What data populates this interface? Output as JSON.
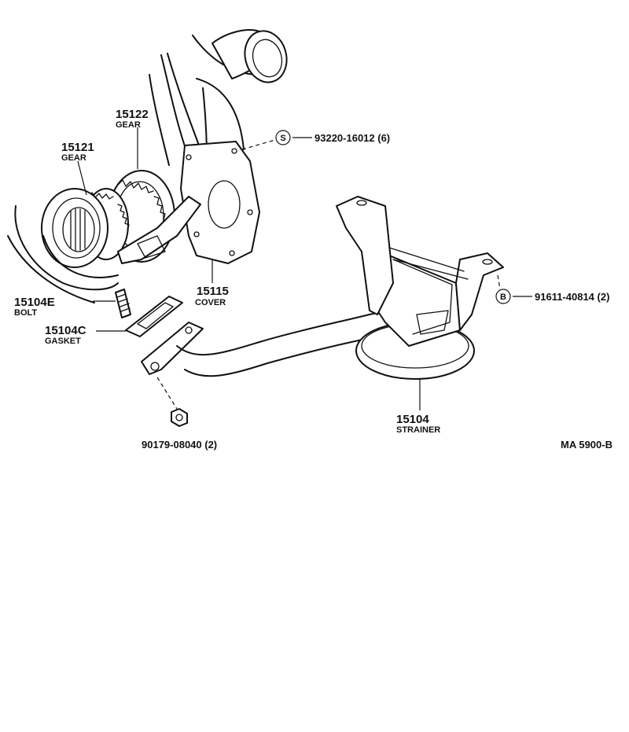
{
  "parts": {
    "gear_15122": {
      "number": "15122",
      "name": "GEAR"
    },
    "gear_15121": {
      "number": "15121",
      "name": "GEAR"
    },
    "cover": {
      "number": "15115",
      "name": "COVER"
    },
    "bolt": {
      "number": "15104E",
      "name": "BOLT"
    },
    "gasket": {
      "number": "15104C",
      "name": "GASKET"
    },
    "strainer": {
      "number": "15104",
      "name": "STRAINER"
    }
  },
  "fasteners": {
    "screw": {
      "symbol": "S",
      "part": "93220-16012 (6)"
    },
    "bolt_b": {
      "symbol": "B",
      "part": "91611-40814 (2)"
    },
    "nut": {
      "part": "90179-08040 (2)"
    }
  },
  "diagram_code": "MA  5900-B"
}
